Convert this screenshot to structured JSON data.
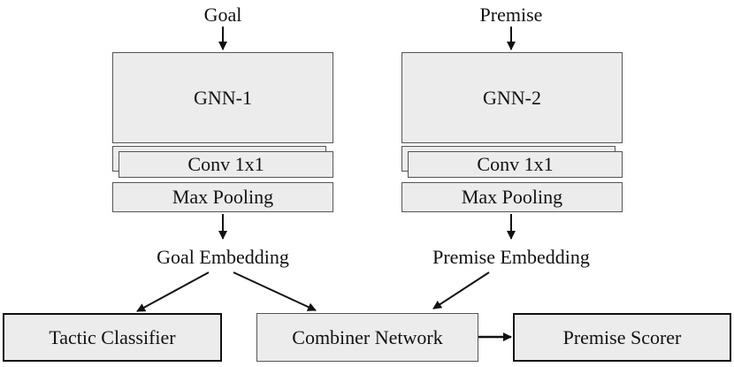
{
  "goal_branch": {
    "input_label": "Goal",
    "gnn_label": "GNN-1",
    "conv_label": "Conv 1x1",
    "pool_label": "Max Pooling",
    "embedding_label": "Goal Embedding"
  },
  "premise_branch": {
    "input_label": "Premise",
    "gnn_label": "GNN-2",
    "conv_label": "Conv 1x1",
    "pool_label": "Max Pooling",
    "embedding_label": "Premise Embedding"
  },
  "outputs": {
    "tactic_classifier": "Tactic Classifier",
    "combiner_network": "Combiner Network",
    "premise_scorer": "Premise Scorer"
  }
}
